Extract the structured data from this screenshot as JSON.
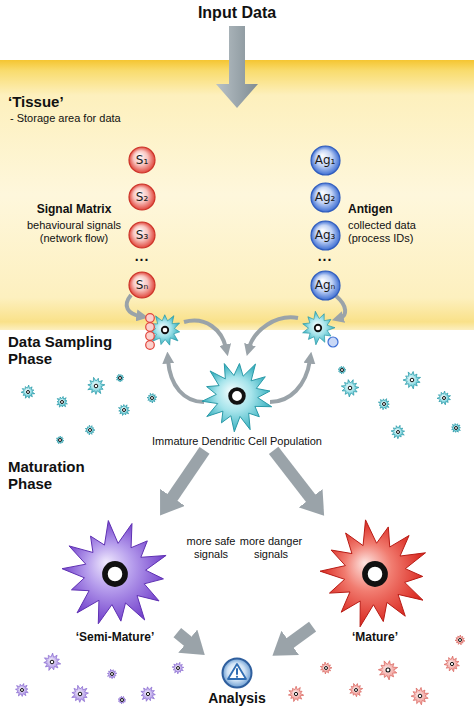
{
  "diagram": {
    "title": "Input Data",
    "nodes": [
      {
        "text": [
          "‘Tissue’",
          "- Storage area for data"
        ]
      },
      {
        "text": [
          "S₁"
        ],
        "in": 0
      },
      {
        "text": [
          "Ag₁"
        ],
        "in": 0
      },
      {
        "text": [
          "S₂"
        ],
        "in": 0
      },
      {
        "text": [
          "Ag₂"
        ],
        "in": 0
      },
      {
        "text": [
          "S₃"
        ],
        "in": 0
      },
      {
        "text": [
          "Ag₃"
        ],
        "in": 0
      },
      {
        "text": [
          "Sₙ"
        ],
        "in": 0
      },
      {
        "text": [
          "Agₙ"
        ],
        "in": 0
      },
      {
        "text": [
          "Immature Dendritic Cell Population"
        ]
      },
      {
        "text": [
          "‘Semi-Mature’"
        ]
      },
      {
        "text": [
          "‘Mature’"
        ]
      },
      {
        "text": [
          "Analysis"
        ]
      }
    ],
    "edges": [
      {
        "from": 9,
        "to": 10,
        "arrow": "to",
        "label": "more safe signals"
      },
      {
        "from": 9,
        "to": 11,
        "arrow": "to",
        "label": "more danger signals"
      },
      {
        "from": 10,
        "to": 12,
        "arrow": "to"
      },
      {
        "from": 11,
        "to": 12,
        "arrow": "to"
      }
    ],
    "labels": [
      "Signal Matrix",
      "behavioural signals (network flow)",
      "Antigen",
      "collected data (process IDs)",
      "...",
      "...",
      "Data Sampling Phase",
      "Maturation Phase"
    ]
  }
}
